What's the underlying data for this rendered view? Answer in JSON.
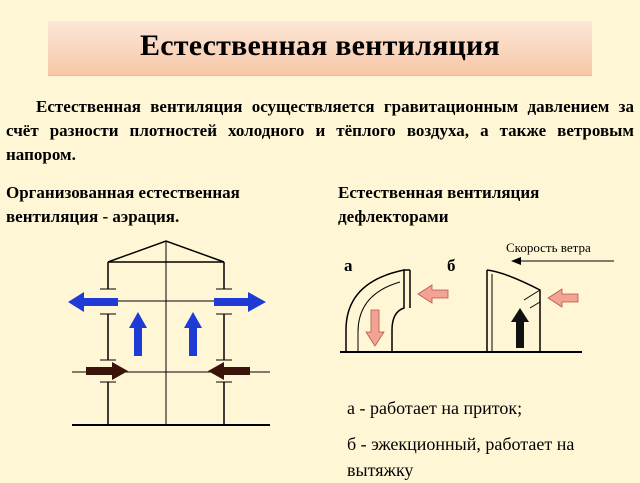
{
  "slide": {
    "title": "Естественная вентиляция",
    "intro": "Естественная вентиляция осуществляется гравитационным давлением за счёт разности плотностей холодного и тёплого воздуха, а также ветровым напором."
  },
  "left_section": {
    "heading": "Организованная естественная вентиляция - аэрация."
  },
  "right_section": {
    "heading": "Естественная вентиляция дефлекторами",
    "wind_label": "Скорость ветра",
    "variant_a_label": "а",
    "variant_b_label": "б",
    "legend_a": "а - работает на приток;",
    "legend_b": "б - эжекционный, работает на вытяжку"
  },
  "colors": {
    "background": "#FFF6D6",
    "title_gradient_top": "#FCE7D7",
    "title_gradient_bottom": "#F7C7A8",
    "warm_air_arrow": "#1F3BD6",
    "cold_air_arrow": "#3A1408",
    "deflector_air_arrow": "#F2A393",
    "exhaust_arrow": "#111111"
  }
}
